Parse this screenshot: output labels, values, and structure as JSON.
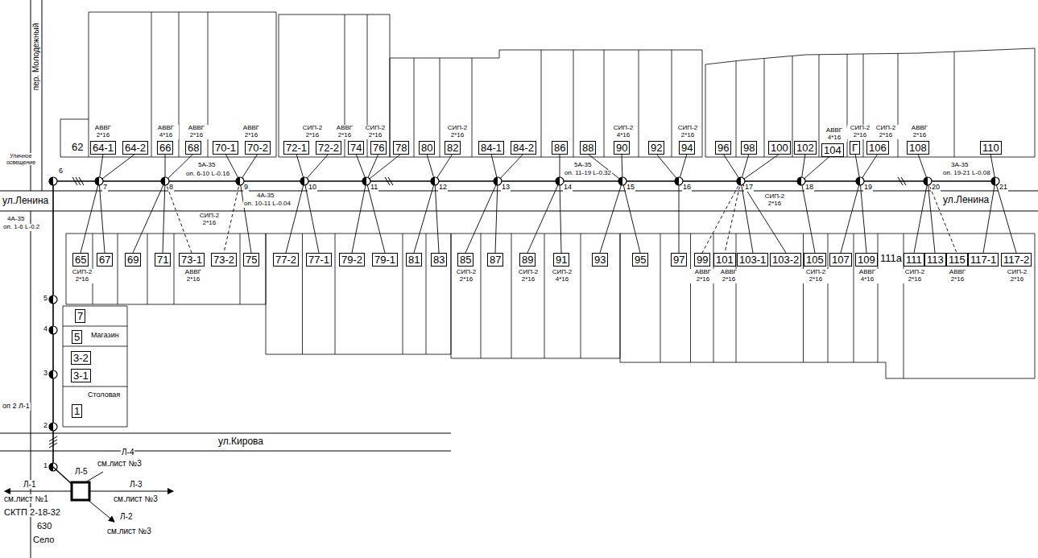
{
  "diagram": {
    "nodes": [
      {
        "text": [
          "64-1"
        ]
      },
      {
        "text": [
          "64-2"
        ]
      },
      {
        "text": [
          "66"
        ]
      },
      {
        "text": [
          "68"
        ]
      },
      {
        "text": [
          "70-1"
        ]
      },
      {
        "text": [
          "70-2"
        ]
      },
      {
        "text": [
          "72-1"
        ]
      },
      {
        "text": [
          "72-2"
        ]
      },
      {
        "text": [
          "74"
        ]
      },
      {
        "text": [
          "76"
        ]
      },
      {
        "text": [
          "78"
        ]
      },
      {
        "text": [
          "80"
        ]
      },
      {
        "text": [
          "82"
        ]
      },
      {
        "text": [
          "84-1"
        ]
      },
      {
        "text": [
          "84-2"
        ]
      },
      {
        "text": [
          "86"
        ]
      },
      {
        "text": [
          "88"
        ]
      },
      {
        "text": [
          "90"
        ]
      },
      {
        "text": [
          "92"
        ]
      },
      {
        "text": [
          "94"
        ]
      },
      {
        "text": [
          "96"
        ]
      },
      {
        "text": [
          "98"
        ]
      },
      {
        "text": [
          "100"
        ]
      },
      {
        "text": [
          "102"
        ]
      },
      {
        "text": [
          "104"
        ]
      },
      {
        "text": [
          "Г"
        ]
      },
      {
        "text": [
          "106"
        ]
      },
      {
        "text": [
          "108"
        ]
      },
      {
        "text": [
          "110"
        ]
      },
      {
        "text": [
          "65"
        ]
      },
      {
        "text": [
          "67"
        ]
      },
      {
        "text": [
          "69"
        ]
      },
      {
        "text": [
          "71"
        ]
      },
      {
        "text": [
          "73-1"
        ]
      },
      {
        "text": [
          "73-2"
        ]
      },
      {
        "text": [
          "75"
        ]
      },
      {
        "text": [
          "77-2"
        ]
      },
      {
        "text": [
          "77-1"
        ]
      },
      {
        "text": [
          "79-2"
        ]
      },
      {
        "text": [
          "79-1"
        ]
      },
      {
        "text": [
          "81"
        ]
      },
      {
        "text": [
          "83"
        ]
      },
      {
        "text": [
          "85"
        ]
      },
      {
        "text": [
          "87"
        ]
      },
      {
        "text": [
          "89"
        ]
      },
      {
        "text": [
          "91"
        ]
      },
      {
        "text": [
          "93"
        ]
      },
      {
        "text": [
          "95"
        ]
      },
      {
        "text": [
          "97"
        ]
      },
      {
        "text": [
          "99"
        ]
      },
      {
        "text": [
          "101"
        ]
      },
      {
        "text": [
          "103-1"
        ]
      },
      {
        "text": [
          "103-2"
        ]
      },
      {
        "text": [
          "105"
        ]
      },
      {
        "text": [
          "107"
        ]
      },
      {
        "text": [
          "109"
        ]
      },
      {
        "text": [
          "111"
        ]
      },
      {
        "text": [
          "113"
        ]
      },
      {
        "text": [
          "115"
        ]
      },
      {
        "text": [
          "117-1"
        ]
      },
      {
        "text": [
          "117-2"
        ]
      },
      {
        "text": [
          "7"
        ]
      },
      {
        "text": [
          "5"
        ]
      },
      {
        "text": [
          "3-2"
        ]
      },
      {
        "text": [
          "3-1"
        ]
      },
      {
        "text": [
          "1"
        ]
      }
    ],
    "labels": [
      "пер. Молодежный",
      "ул.Ленина",
      "ул.Ленина",
      "ул.Кирова",
      "Уличное освещение",
      "62",
      "1",
      "2",
      "3",
      "4",
      "5",
      "6",
      "7",
      "8",
      "9",
      "10",
      "11",
      "12",
      "13",
      "14",
      "15",
      "16",
      "17",
      "18",
      "19",
      "20",
      "21",
      "5А-35",
      "оп. 6-10 L-0.16",
      "4А-35",
      "оп. 10-11 L-0.04",
      "5А-35",
      "оп. 11-19 L-0.32",
      "3А-35",
      "оп. 19-21 L-0.08",
      "4А-35",
      "оп. 1-6 L-0.2",
      "оп 2 Л-1",
      "Л-4",
      "см.лист №3",
      "Л-5",
      "Л-1",
      "см.лист №1",
      "Л-3",
      "см.лист №3",
      "Л-2",
      "см.лист №3",
      "СКТП 2-18-32",
      "630",
      "Село",
      "АВВГ 2*16",
      "АВВГ 4*16",
      "АВВГ 2*16",
      "АВВГ 2*16",
      "СИП-2 2*16",
      "АВВГ 2*16",
      "СИП-2 2*16",
      "СИП-2 2*16",
      "СИП-2 4*16",
      "СИП-2 2*16",
      "АВВГ 4*16",
      "СИП-2 2*16",
      "СИП-2 2*16",
      "АВВГ 2*16",
      "СИП-2 2*16",
      "АВВГ 2*16",
      "СИП-2 2*16",
      "СИП-2 2*16",
      "СИП-2 2*16",
      "СИП-2 4*16",
      "АВВГ 2*16",
      "АВВГ 2*16",
      "СИП-2 2*16",
      "СИП-2 2*16",
      "АВВГ 4*16",
      "СИП-2 2*16",
      "АВВГ 2*16",
      "СИП-2 2*16",
      "Магазин",
      "Столовая",
      "111а"
    ]
  }
}
